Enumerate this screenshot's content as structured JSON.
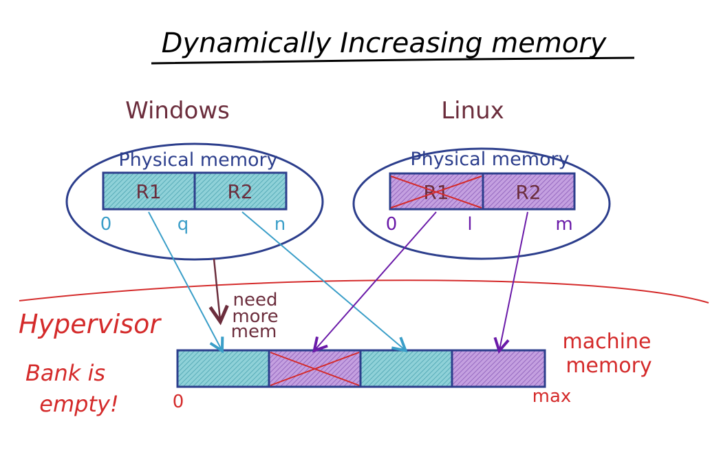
{
  "title": "Dynamically Increasing memory",
  "windows": {
    "label": "Windows",
    "memory_label": "Physical memory",
    "regions": [
      "R1",
      "R2"
    ],
    "marks": [
      "0",
      "q",
      "n"
    ]
  },
  "linux": {
    "label": "Linux",
    "memory_label": "Physical memory",
    "regions": [
      "R1",
      "R2"
    ],
    "marks": [
      "0",
      "l",
      "m"
    ],
    "crossed_region": "R1"
  },
  "need_more_mem": [
    "need",
    "more",
    "mem"
  ],
  "hypervisor": {
    "label": "Hypervisor",
    "bank_note": [
      "Bank is",
      "empty!"
    ]
  },
  "machine_memory": {
    "label": [
      "machine",
      "memory"
    ],
    "start": "0",
    "end": "max"
  },
  "colors": {
    "blue_ink": "#2c3e8c",
    "maroon_ink": "#6b2d3c",
    "red_ink": "#d42a2a",
    "purple_ink": "#6a1aa8",
    "teal_fill": "#7cc8d0",
    "purple_fill": "#b58ad6",
    "arrow_teal": "#3a9ec8"
  }
}
